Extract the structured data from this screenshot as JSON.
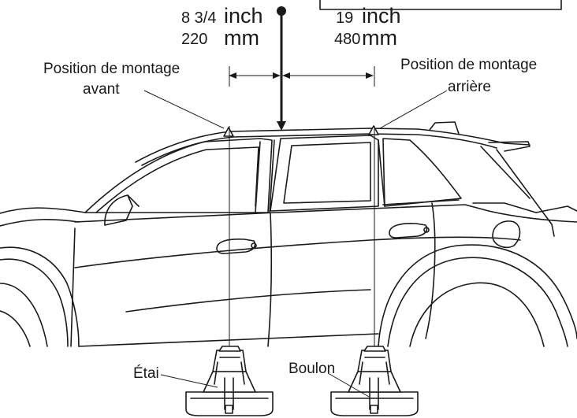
{
  "dimensions": {
    "front": {
      "imperial_value": "8 3/4",
      "imperial_unit": "inch",
      "metric_value": "220",
      "metric_unit": "mm"
    },
    "rear": {
      "imperial_value": "19",
      "imperial_unit": "inch",
      "metric_value": "480",
      "metric_unit": "mm"
    }
  },
  "labels": {
    "front_position_line1": "Position de montage",
    "front_position_line2": "avant",
    "rear_position_line1": "Position de montage",
    "rear_position_line2": "arrière",
    "stay": "Étai",
    "bolt": "Boulon"
  }
}
